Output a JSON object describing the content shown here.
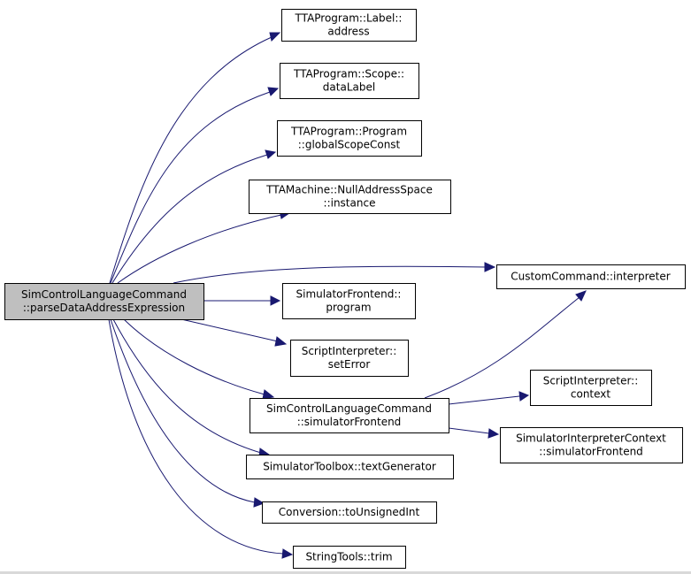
{
  "diagram": {
    "colors": {
      "edge": "#191970",
      "node_border": "#000000",
      "root_fill": "#bfbfbf",
      "node_fill": "#ffffff"
    },
    "nodes": [
      {
        "id": "root",
        "lines": [
          "SimControlLanguageCommand",
          "::parseDataAddressExpression"
        ],
        "highlighted": true
      },
      {
        "id": "label-address",
        "lines": [
          "TTAProgram::Label::",
          "address"
        ]
      },
      {
        "id": "scope-datalabel",
        "lines": [
          "TTAProgram::Scope::",
          "dataLabel"
        ]
      },
      {
        "id": "program-globalscopeconst",
        "lines": [
          "TTAProgram::Program",
          "::globalScopeConst"
        ]
      },
      {
        "id": "nulladdressspace-instance",
        "lines": [
          "TTAMachine::NullAddressSpace",
          "::instance"
        ]
      },
      {
        "id": "customcommand-interpreter",
        "lines": [
          "CustomCommand::interpreter"
        ]
      },
      {
        "id": "simulatorfrontend-program",
        "lines": [
          "SimulatorFrontend::",
          "program"
        ]
      },
      {
        "id": "scriptinterpreter-seterror",
        "lines": [
          "ScriptInterpreter::",
          "setError"
        ]
      },
      {
        "id": "simcontrol-simulatorfrontend",
        "lines": [
          "SimControlLanguageCommand",
          "::simulatorFrontend"
        ]
      },
      {
        "id": "scriptinterpreter-context",
        "lines": [
          "ScriptInterpreter::",
          "context"
        ]
      },
      {
        "id": "interpretercontext-simulatorfrontend",
        "lines": [
          "SimulatorInterpreterContext",
          "::simulatorFrontend"
        ]
      },
      {
        "id": "toolbox-textgenerator",
        "lines": [
          "SimulatorToolbox::textGenerator"
        ]
      },
      {
        "id": "conversion-tounsignedint",
        "lines": [
          "Conversion::toUnsignedInt"
        ]
      },
      {
        "id": "stringtools-trim",
        "lines": [
          "StringTools::trim"
        ]
      }
    ],
    "edges": [
      {
        "from": "root",
        "to": "label-address"
      },
      {
        "from": "root",
        "to": "scope-datalabel"
      },
      {
        "from": "root",
        "to": "program-globalscopeconst"
      },
      {
        "from": "root",
        "to": "nulladdressspace-instance"
      },
      {
        "from": "root",
        "to": "customcommand-interpreter"
      },
      {
        "from": "root",
        "to": "simulatorfrontend-program"
      },
      {
        "from": "root",
        "to": "scriptinterpreter-seterror"
      },
      {
        "from": "root",
        "to": "simcontrol-simulatorfrontend"
      },
      {
        "from": "root",
        "to": "toolbox-textgenerator"
      },
      {
        "from": "root",
        "to": "conversion-tounsignedint"
      },
      {
        "from": "root",
        "to": "stringtools-trim"
      },
      {
        "from": "simcontrol-simulatorfrontend",
        "to": "customcommand-interpreter"
      },
      {
        "from": "simcontrol-simulatorfrontend",
        "to": "scriptinterpreter-context"
      },
      {
        "from": "simcontrol-simulatorfrontend",
        "to": "interpretercontext-simulatorfrontend"
      }
    ]
  }
}
